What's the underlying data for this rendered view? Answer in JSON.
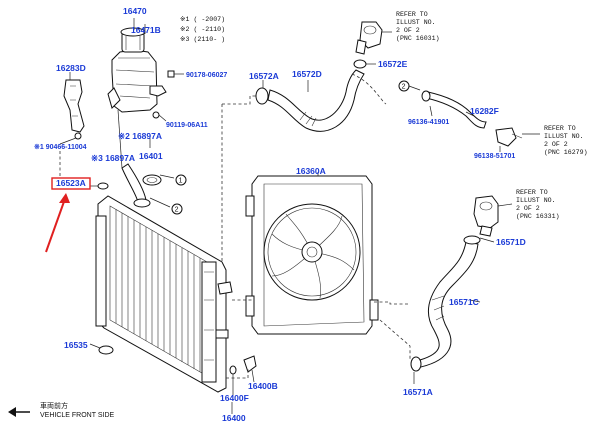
{
  "notes": {
    "n1": "※1 (      -2007)",
    "n2": "※2 (      -2110)",
    "n3": "※3 (2110-      )"
  },
  "labels": {
    "p16470": "16470",
    "p16471B": "16471B",
    "p16283D": "16283D",
    "p90178": "90178-06027",
    "p90119": "90119-06A11",
    "p90466": "※1 90466-11004",
    "p16897A": "※2 16897A",
    "p16897A_b": "※3 16897A",
    "p16401": "16401",
    "p16523A": "16523A",
    "p16572A": "16572A",
    "p16572D": "16572D",
    "p16572E": "16572E",
    "p16282F": "16282F",
    "p96136_41901": "96136-41901",
    "p96138_51701": "96138-51701",
    "p16360A": "16360A",
    "p16571D": "16571D",
    "p16571C": "16571C",
    "p16571A": "16571A",
    "p16535": "16535",
    "p16400B": "16400B",
    "p16400F": "16400F",
    "p16400": "16400"
  },
  "refer1": [
    "REFER TO",
    "ILLUST NO.",
    "2 OF 2",
    "(PNC 16031)"
  ],
  "refer2": [
    "REFER TO",
    "ILLUST NO.",
    "2 OF 2",
    "(PNC 16279)"
  ],
  "refer3": [
    "REFER TO",
    "ILLUST NO.",
    "2 OF 2",
    "(PNC 16331)"
  ],
  "callouts": {
    "c1": "1",
    "c2": "2"
  },
  "front": {
    "jp": "車両前方",
    "en": "VEHICLE FRONT SIDE"
  },
  "colors": {
    "label_blue": "#1a3ad6",
    "highlight_red": "#e02020",
    "line": "#222222"
  }
}
